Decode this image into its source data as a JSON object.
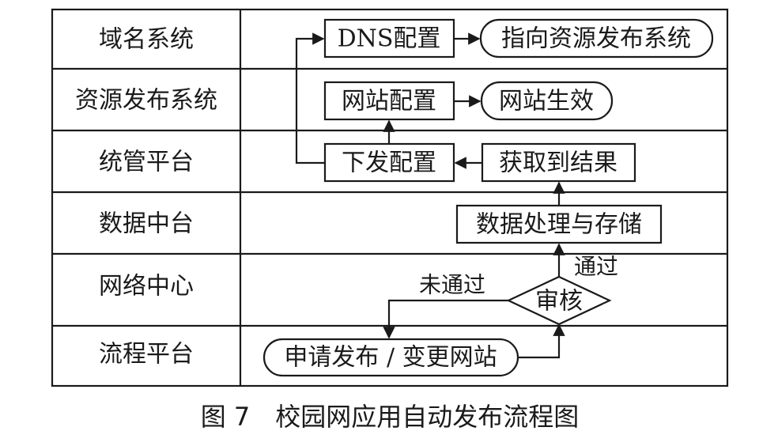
{
  "lanes": [
    "域名系统",
    "资源发布系统",
    "统管平台",
    "数据中台",
    "网络中心",
    "流程平台"
  ],
  "nodes": {
    "dns_config": "DNS配置",
    "point_to_resource": "指向资源发布系统",
    "site_config": "网站配置",
    "site_effective": "网站生效",
    "issue_config": "下发配置",
    "get_result": "获取到结果",
    "data_process": "数据处理与存储",
    "review": "审核",
    "apply": "申请发布 / 变更网站"
  },
  "edge_labels": {
    "passed": "通过",
    "not_passed": "未通过"
  },
  "caption": "图 7　校园网应用自动发布流程图"
}
